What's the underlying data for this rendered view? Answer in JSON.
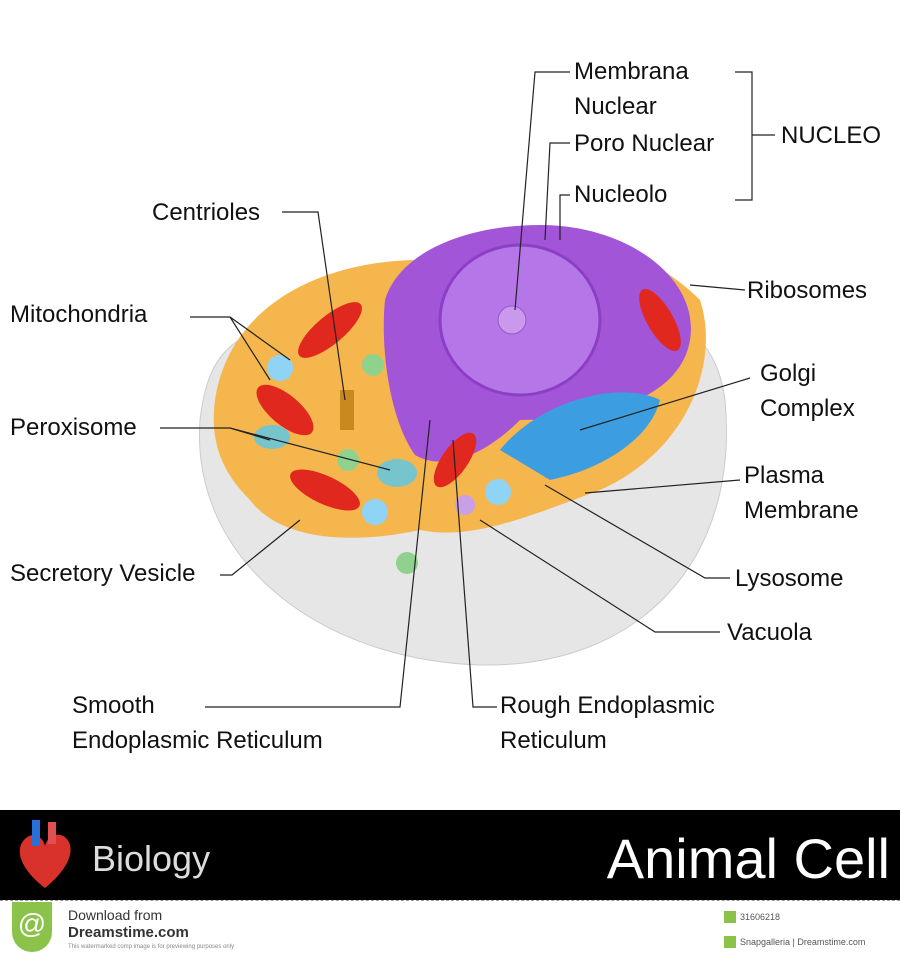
{
  "labels": {
    "membrana_nuclear": [
      "Membrana",
      "Nuclear"
    ],
    "poro_nuclear": "Poro Nuclear",
    "nucleolo": "Nucleolo",
    "nucleo": "NUCLEO",
    "centrioles": "Centrioles",
    "ribosomes": "Ribosomes",
    "mitochondria": "Mitochondria",
    "golgi": [
      "Golgi",
      "Complex"
    ],
    "peroxisome": "Peroxisome",
    "plasma": [
      "Plasma",
      "Membrane"
    ],
    "lysosome": "Lysosome",
    "secretory": "Secretory Vesicle",
    "vacuola": "Vacuola",
    "smooth_er": [
      "Smooth",
      "Endoplasmic Reticulum"
    ],
    "rough_er": [
      "Rough Endoplasmic",
      "Reticulum"
    ]
  },
  "banner": {
    "subject": "Biology",
    "title": "Animal Cell"
  },
  "footer": {
    "download": "Download from",
    "site": "Dreamstime.com",
    "notice": "This watermarked comp image is for previewing purposes only",
    "id": "31606218",
    "credit": "Snapgalleria | Dreamstime.com"
  },
  "colors": {
    "cytoplasm": "#f5b94a",
    "nucleus": "#9b4fd6",
    "mitochondria": "#e0281e",
    "golgi": "#3c9ee0",
    "banner": "#000000"
  }
}
